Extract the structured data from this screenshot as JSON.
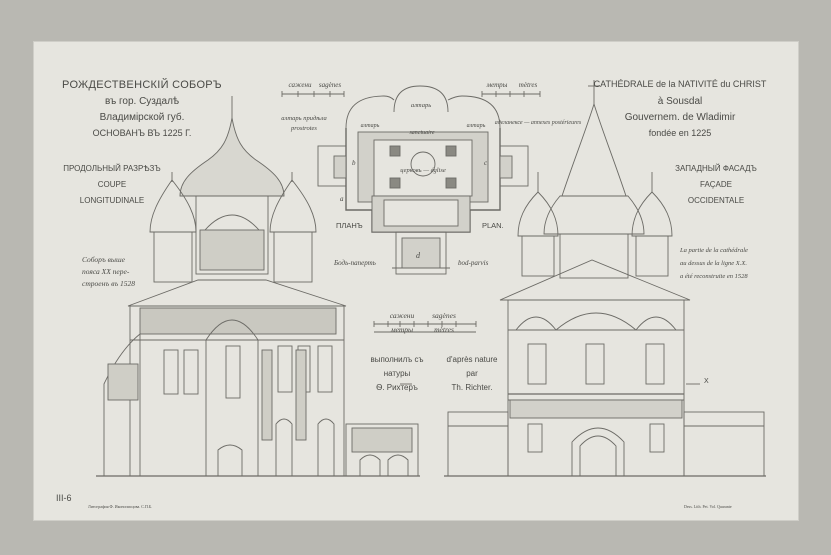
{
  "title_ru": {
    "line1": "РОЖДЕСТВЕНСКIЙ СОБОРЪ",
    "line2": "въ гор. Суздалѣ",
    "line3": "Владимiрской губ.",
    "line4": "ОСНОВАНЪ ВЪ 1225 Г."
  },
  "title_fr": {
    "line1": "CATHÉDRALE de la NATIVITÉ du CHRIST",
    "line2": "à Sousdal",
    "line3": "Gouvernem. de Wladimir",
    "line4": "fondée en 1225"
  },
  "left_section": {
    "label_ru": "ПРОДОЛЬНЫЙ РАЗРѢЗЪ",
    "label_fr_1": "COUPE",
    "label_fr_2": "LONGITUDINALE",
    "note_1": "Соборъ выше",
    "note_2": "пояса XX пере-",
    "note_3": "строенъ въ 1528"
  },
  "right_section": {
    "label_ru": "ЗАПАДНЫЙ ФАСАДЪ",
    "label_fr_1": "FAÇADE",
    "label_fr_2": "OCCIDENTALE",
    "note_1": "La partie de la cathédrale",
    "note_2": "au dessus de la ligne X.X.",
    "note_3": "a été reconstruite en 1528",
    "x_mark": "X"
  },
  "plan": {
    "scale_top_left_1": "сажени",
    "scale_top_left_2": "sagènes",
    "scale_top_right_1": "метры",
    "scale_top_right_2": "mètres",
    "left_note_1": "алтарь придѣла",
    "left_note_2": "prostrotes",
    "right_note": "аделанексе — annexes postérieures",
    "altar_center": "алтарь",
    "altar_left": "алтарь",
    "altar_right": "алтарь",
    "sanctuary": "sanctuaire",
    "church": "церковь — église",
    "letter_b": "b",
    "letter_c": "c",
    "letter_d": "d",
    "letter_a": "a",
    "plan_ru": "ПЛАНЪ",
    "plan_fr": "PLAN.",
    "porch_ru": "Бодь-паперть",
    "porch_fr": "bod-parvis"
  },
  "mid_scale": {
    "ru_1": "сажени",
    "ru_2": "sagènes",
    "m_1": "метры",
    "m_2": "mètres"
  },
  "credits": {
    "ru_1": "выполнилъ съ",
    "ru_2": "натуры",
    "ru_3": "Ѳ. Рихтеръ",
    "fr_1": "d'après nature",
    "fr_2": "par",
    "fr_3": "Th. Richter."
  },
  "footer": {
    "plate": "III-6",
    "printer_left": "Литография Ф. Иконописцова. С.П.Б.",
    "printer_right": "Dess. Lith. Pet. Vol. Quarante"
  }
}
